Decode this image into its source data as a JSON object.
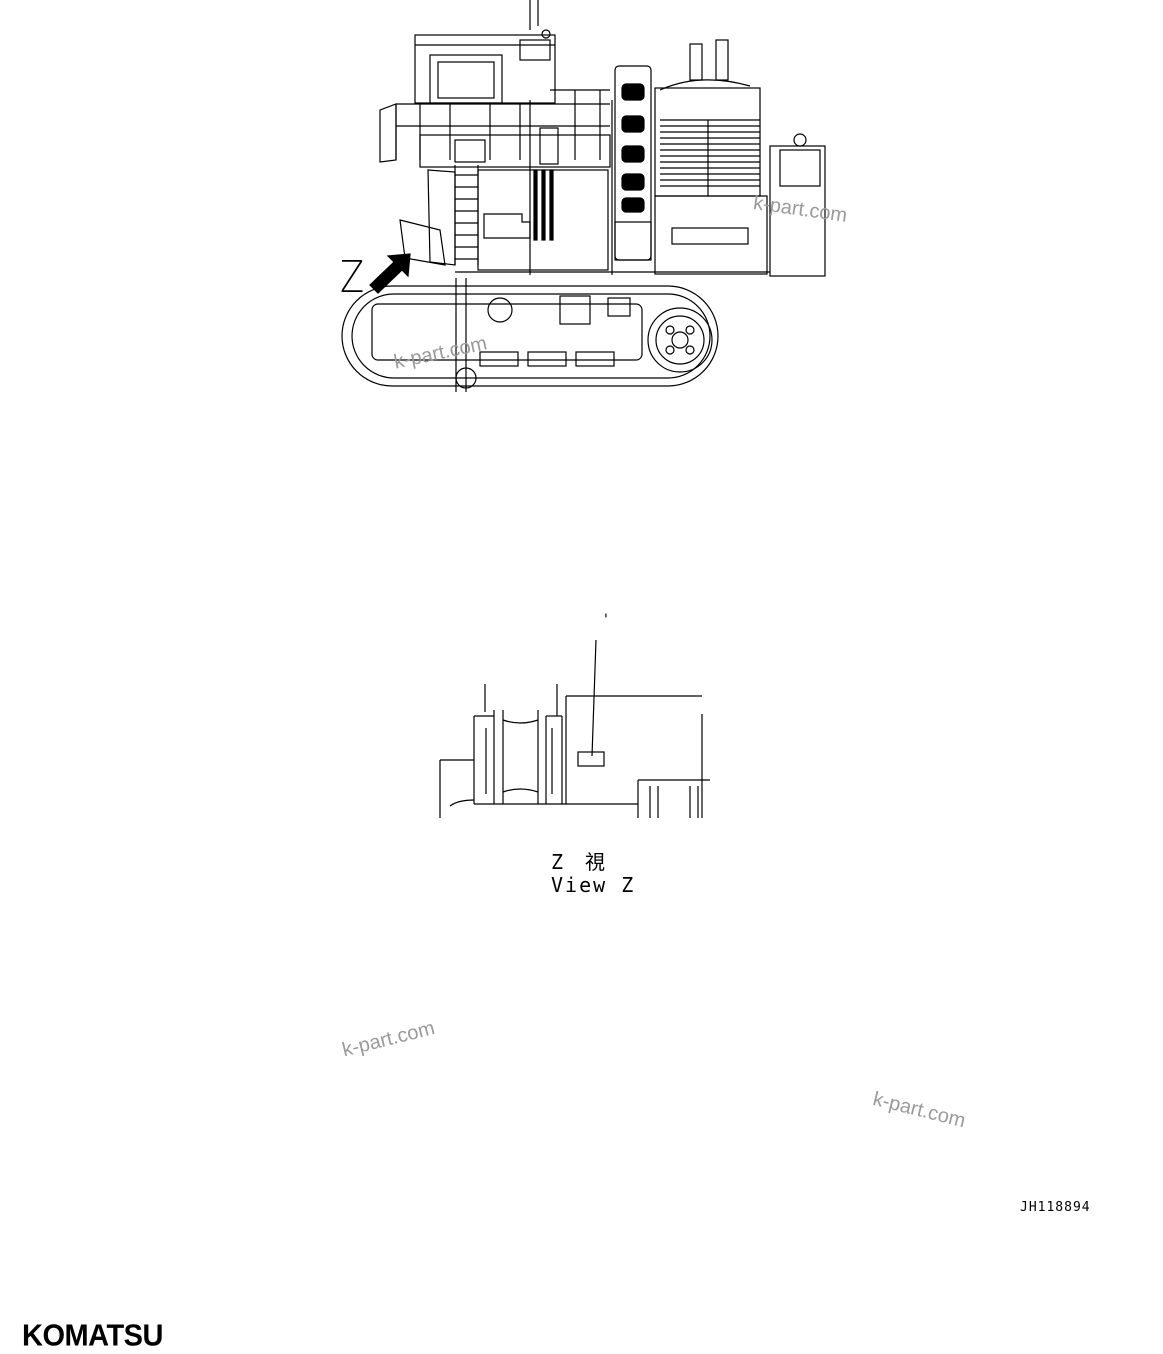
{
  "diagram": {
    "z_marker": "Z",
    "view_label_jp": "Z　視",
    "view_label_en": "View Z",
    "leader_mark": "'",
    "part_number": "JH118894",
    "watermark": "k-part.com",
    "logo": "KOMATSU"
  }
}
